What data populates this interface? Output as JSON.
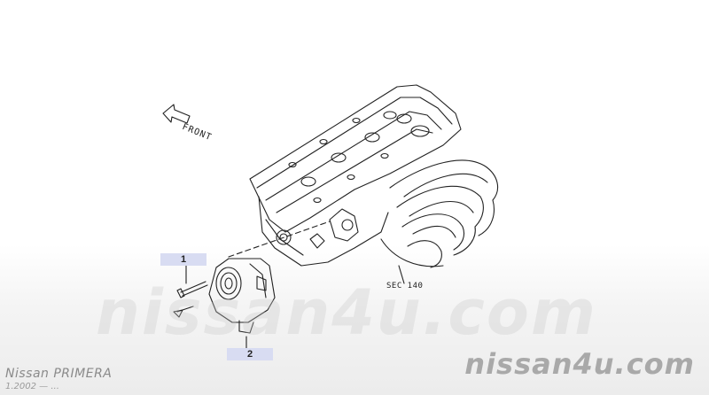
{
  "diagram": {
    "front_label": "FRONT",
    "section_ref": "SEC 140",
    "callouts": [
      {
        "number": "1"
      },
      {
        "number": "2"
      }
    ]
  },
  "watermark": {
    "center_text": "nissan4u.com",
    "footer_text": "nissan4u.com"
  },
  "model": {
    "title": "Nissan PRIMERA",
    "date_range": "1.2002 — ..."
  },
  "colors": {
    "callout_bg": "#d8dcf2",
    "line": "#222222",
    "watermark": "#a9a9a9"
  },
  "icons": {
    "front_arrow": "front-arrow-icon"
  }
}
